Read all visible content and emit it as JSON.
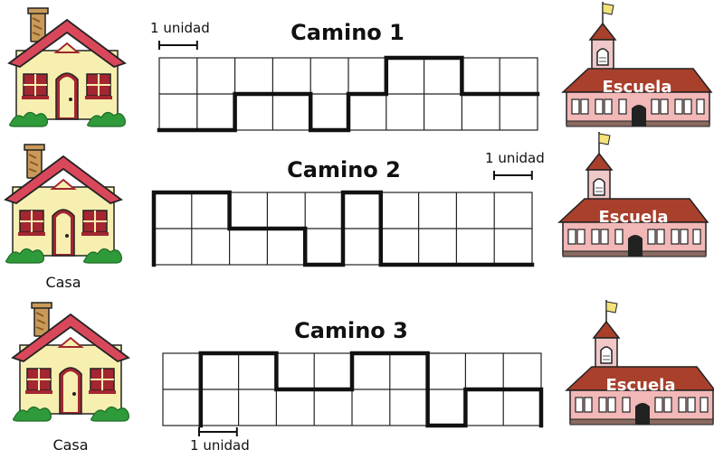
{
  "unit_label": "1 unidad",
  "house_label": "Casa",
  "school_label": "Escuela",
  "grid": {
    "columns": 10,
    "rows": 2
  },
  "colors": {
    "roof": "#d9485a",
    "wall": "#f6efb0",
    "window_red": "#a32630",
    "bush": "#2f9a3a",
    "chimney": "#c99a5a",
    "school_roof": "#a8402c",
    "school_wall": "#f2b7b7",
    "school_tower": "#f0c8c8",
    "flag": "#f3e37a",
    "path": "#111111"
  },
  "paths": [
    {
      "title": "Camino 1",
      "show_house_label": false,
      "unit_position": "top-left",
      "route": [
        [
          0,
          2
        ],
        [
          2,
          2
        ],
        [
          2,
          1
        ],
        [
          4,
          1
        ],
        [
          4,
          2
        ],
        [
          5,
          2
        ],
        [
          5,
          1
        ],
        [
          6,
          1
        ],
        [
          6,
          0
        ],
        [
          8,
          0
        ],
        [
          8,
          1
        ],
        [
          10,
          1
        ]
      ]
    },
    {
      "title": "Camino 2",
      "show_house_label": true,
      "unit_position": "top-right",
      "route": [
        [
          0,
          2
        ],
        [
          0,
          0
        ],
        [
          2,
          0
        ],
        [
          2,
          1
        ],
        [
          4,
          1
        ],
        [
          4,
          2
        ],
        [
          5,
          2
        ],
        [
          5,
          0
        ],
        [
          6,
          0
        ],
        [
          6,
          2
        ],
        [
          10,
          2
        ]
      ]
    },
    {
      "title": "Camino 3",
      "show_house_label": true,
      "unit_position": "bottom-left",
      "route": [
        [
          1,
          2
        ],
        [
          1,
          0
        ],
        [
          3,
          0
        ],
        [
          3,
          1
        ],
        [
          5,
          1
        ],
        [
          5,
          0
        ],
        [
          7,
          0
        ],
        [
          7,
          2
        ],
        [
          8,
          2
        ],
        [
          8,
          1
        ],
        [
          10,
          1
        ],
        [
          10,
          2
        ]
      ]
    }
  ]
}
